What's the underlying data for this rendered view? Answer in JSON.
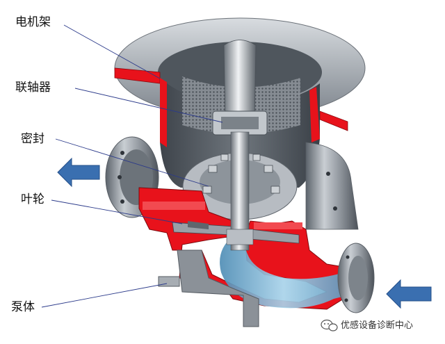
{
  "labels": {
    "motor_frame": "电机架",
    "coupling": "联轴器",
    "seal": "密封",
    "impeller": "叶轮",
    "pump_body": "泵体"
  },
  "watermark": {
    "text": "优感设备诊断中心",
    "icon": "wechat-icon"
  },
  "arrows": {
    "outlet": "arrow-left-icon",
    "inlet": "arrow-left-icon"
  },
  "colors": {
    "cut_section": "#e8121b",
    "fluid": "#6ea9cc",
    "steel": "#9aa0a7",
    "arrow": "#3a6fb0",
    "leader_line": "#2b3a8a"
  }
}
